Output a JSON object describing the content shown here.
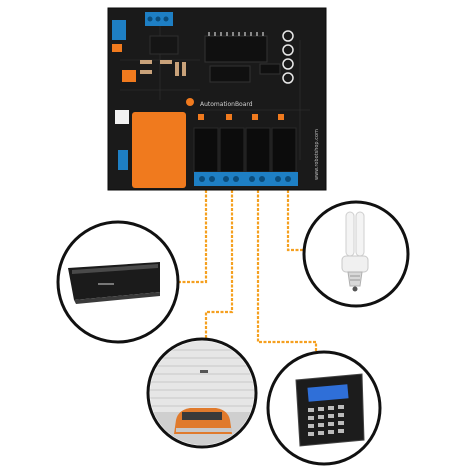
{
  "image": {
    "description_visible_text": {
      "board_label": "AutomationBoard",
      "board_side_text": "www.robotshop.com"
    }
  },
  "colors": {
    "wire": "#f5a020",
    "board": "#1a1a1a",
    "relay_orange": "#f07a1e",
    "terminal_blue": "#1e7fc4",
    "circle_stroke": "#111111"
  },
  "devices": [
    {
      "name": "air-conditioner"
    },
    {
      "name": "light-bulb"
    },
    {
      "name": "garage-door"
    },
    {
      "name": "alarm-keypad"
    }
  ]
}
